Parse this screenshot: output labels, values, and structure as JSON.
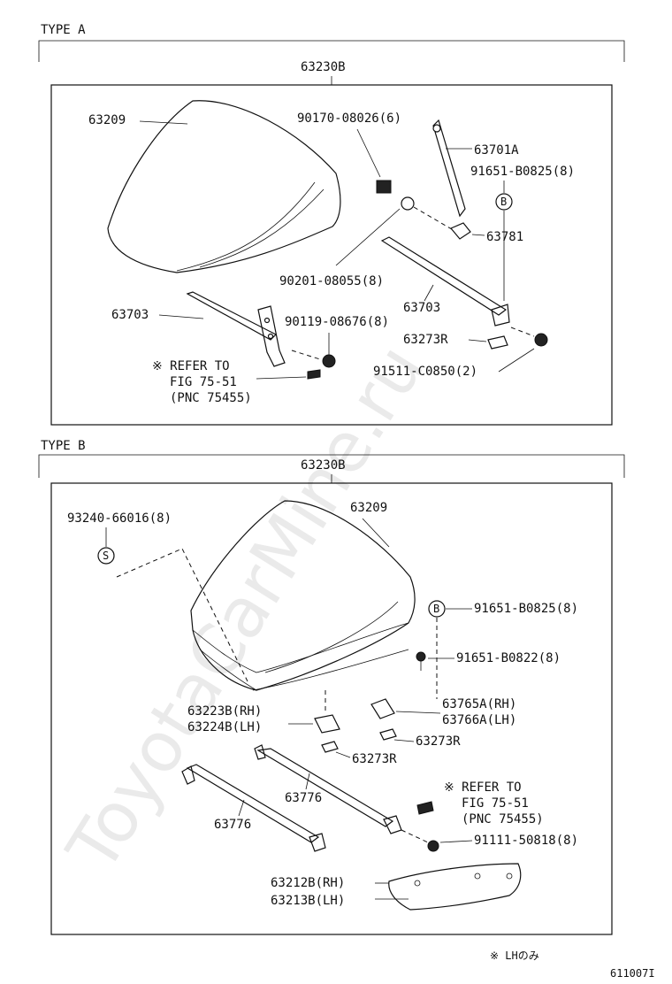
{
  "type_a": {
    "heading": "TYPE A",
    "assembly": "63230B",
    "labels": {
      "cover": "63209",
      "nut": "90170-08026(6)",
      "stay": "63701A",
      "bolt_b": "91651-B0825(8)",
      "washer": "90201-08055(8)",
      "bracket": "63781",
      "rail_left": "63703",
      "rail_right": "63703",
      "bolt_left": "90119-08676(8)",
      "plate": "63273R",
      "bolt_right": "91511-C0850(2)",
      "refer_1": "※ REFER TO",
      "refer_2": "FIG 75-51",
      "refer_3": "(PNC 75455)"
    }
  },
  "type_b": {
    "heading": "TYPE B",
    "assembly": "63230B",
    "labels": {
      "cover": "63209",
      "screw_s": "93240-66016(8)",
      "bolt_b": "91651-B0825(8)",
      "bolt_b2": "91651-B0822(8)",
      "bracket_rh": "63765A(RH)",
      "bracket_lh": "63766A(LH)",
      "bracket2_rh": "63223B(RH)",
      "bracket2_lh": "63224B(LH)",
      "plate_right": "63273R",
      "plate_left": "63273R",
      "refer_1": "※ REFER TO",
      "refer_2": "FIG 75-51",
      "refer_3": "(PNC 75455)",
      "frame_right": "63776",
      "frame_left": "63776",
      "bolt_bottom": "91111-50818(8)",
      "board_rh": "63212B(RH)",
      "board_lh": "63213B(LH)"
    }
  },
  "symbols": {
    "circle_b": "B",
    "circle_s": "S"
  },
  "footer": {
    "note": "※ LHのみ",
    "code": "611007I"
  },
  "watermark": "ToyotaCarMine.ru"
}
